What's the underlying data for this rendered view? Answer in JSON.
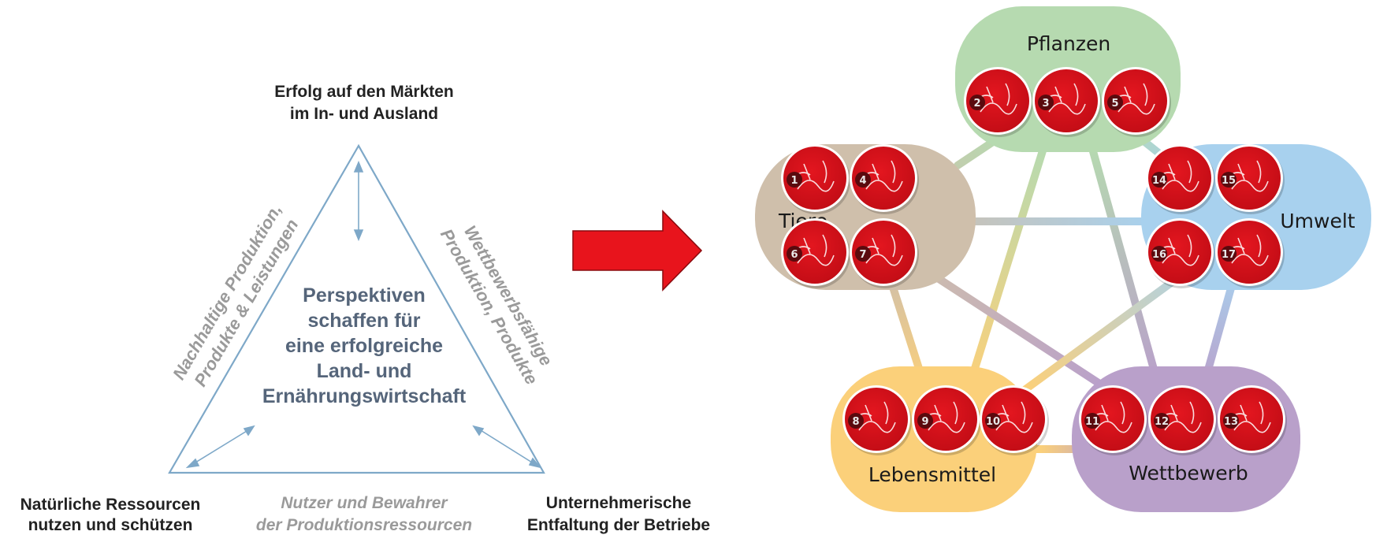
{
  "triangle": {
    "top_label": [
      "Erfolg auf den Märkten",
      "im In- und Ausland"
    ],
    "center": [
      "Perspektiven",
      "schaffen für",
      "eine erfolgreiche",
      "Land- und",
      "Ernährungswirtschaft"
    ],
    "left_side": [
      "Nachhaltige Produktion,",
      "Produkte & Leistungen"
    ],
    "right_side": [
      "Wettbewerbsfähige",
      "Produktion, Produkte"
    ],
    "bottom_left": [
      "Natürliche Ressourcen",
      "nutzen und schützen"
    ],
    "bottom_center": [
      "Nutzer und Bewahrer",
      "der Produktionsressourcen"
    ],
    "bottom_right": [
      "Unternehmerische",
      "Entfaltung der Betriebe"
    ]
  },
  "arrow_color": "#e8141c",
  "clusters": [
    {
      "id": "pflanzen",
      "label": "Pflanzen",
      "color": "#b6dab0",
      "badges": [
        "2",
        "3",
        "5"
      ]
    },
    {
      "id": "tiere",
      "label": "Tiere",
      "color": "#cfbfab",
      "badges": [
        "1",
        "4",
        "6",
        "7"
      ]
    },
    {
      "id": "umwelt",
      "label": "Umwelt",
      "color": "#a8d1ee",
      "badges": [
        "14",
        "15",
        "16",
        "17"
      ]
    },
    {
      "id": "lebensmittel",
      "label": "Lebensmittel",
      "color": "#fbd07a",
      "badges": [
        "8",
        "9",
        "10"
      ]
    },
    {
      "id": "wettbewerb",
      "label": "Wettbewerb",
      "color": "#b9a0ca",
      "badges": [
        "11",
        "12",
        "13"
      ]
    }
  ],
  "badge_color": "#d4101a"
}
